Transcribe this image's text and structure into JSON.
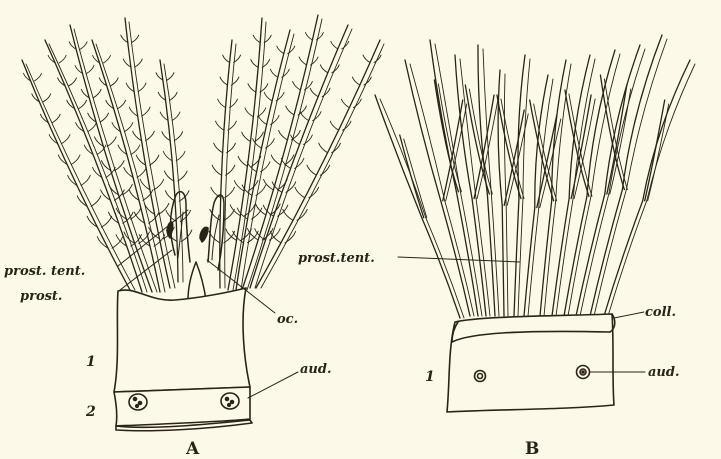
{
  "colors": {
    "paper": "#fdf9e8",
    "ink": "#2a2418"
  },
  "figure_a": {
    "caption": "A",
    "labels": {
      "prostomial_tentacle": "prost. tent.",
      "prostomium": "prost.",
      "ocelli": "oc.",
      "auditory": "aud."
    },
    "segments": [
      "1",
      "2"
    ]
  },
  "figure_b": {
    "caption": "B",
    "labels": {
      "prostomial_tentacle": "prost.tent.",
      "collar": "coll.",
      "auditory": "aud."
    },
    "segments": [
      "1"
    ]
  }
}
